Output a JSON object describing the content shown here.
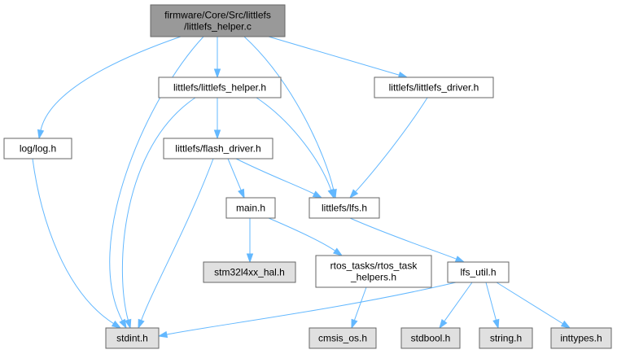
{
  "colors": {
    "root_fill": "#999999",
    "node_fill": "#ffffff",
    "external_fill": "#e0e0e0",
    "border": "#666666",
    "edge": "#63b8ff"
  },
  "nodes": {
    "root": {
      "lines": [
        "firmware/Core/Src/littlefs",
        "/littlefs_helper.c"
      ],
      "kind": "root"
    },
    "littlefs_helper_h": {
      "lines": [
        "littlefs/littlefs_helper.h"
      ],
      "kind": "file"
    },
    "littlefs_driver_h": {
      "lines": [
        "littlefs/littlefs_driver.h"
      ],
      "kind": "file"
    },
    "log_h": {
      "lines": [
        "log/log.h"
      ],
      "kind": "file"
    },
    "flash_driver_h": {
      "lines": [
        "littlefs/flash_driver.h"
      ],
      "kind": "file"
    },
    "main_h": {
      "lines": [
        "main.h"
      ],
      "kind": "file"
    },
    "lfs_h": {
      "lines": [
        "littlefs/lfs.h"
      ],
      "kind": "file"
    },
    "stm32l4xx_hal_h": {
      "lines": [
        "stm32l4xx_hal.h"
      ],
      "kind": "external"
    },
    "rtos_task_helpers_h": {
      "lines": [
        "rtos_tasks/rtos_task",
        "_helpers.h"
      ],
      "kind": "file"
    },
    "lfs_util_h": {
      "lines": [
        "lfs_util.h"
      ],
      "kind": "file"
    },
    "stdint_h": {
      "lines": [
        "stdint.h"
      ],
      "kind": "external"
    },
    "cmsis_os_h": {
      "lines": [
        "cmsis_os.h"
      ],
      "kind": "external"
    },
    "stdbool_h": {
      "lines": [
        "stdbool.h"
      ],
      "kind": "external"
    },
    "string_h": {
      "lines": [
        "string.h"
      ],
      "kind": "external"
    },
    "inttypes_h": {
      "lines": [
        "inttypes.h"
      ],
      "kind": "external"
    }
  },
  "edges": [
    {
      "from": "root",
      "to": "littlefs_helper_h"
    },
    {
      "from": "root",
      "to": "littlefs_driver_h"
    },
    {
      "from": "root",
      "to": "log_h"
    },
    {
      "from": "root",
      "to": "lfs_h"
    },
    {
      "from": "root",
      "to": "stdint_h"
    },
    {
      "from": "littlefs_helper_h",
      "to": "flash_driver_h"
    },
    {
      "from": "littlefs_helper_h",
      "to": "lfs_h"
    },
    {
      "from": "littlefs_helper_h",
      "to": "stdint_h"
    },
    {
      "from": "littlefs_driver_h",
      "to": "lfs_h"
    },
    {
      "from": "log_h",
      "to": "stdint_h"
    },
    {
      "from": "flash_driver_h",
      "to": "main_h"
    },
    {
      "from": "flash_driver_h",
      "to": "lfs_h"
    },
    {
      "from": "flash_driver_h",
      "to": "stdint_h"
    },
    {
      "from": "main_h",
      "to": "stm32l4xx_hal_h"
    },
    {
      "from": "main_h",
      "to": "rtos_task_helpers_h"
    },
    {
      "from": "rtos_task_helpers_h",
      "to": "cmsis_os_h"
    },
    {
      "from": "lfs_h",
      "to": "lfs_util_h"
    },
    {
      "from": "lfs_util_h",
      "to": "stdint_h"
    },
    {
      "from": "lfs_util_h",
      "to": "stdbool_h"
    },
    {
      "from": "lfs_util_h",
      "to": "string_h"
    },
    {
      "from": "lfs_util_h",
      "to": "inttypes_h"
    }
  ]
}
